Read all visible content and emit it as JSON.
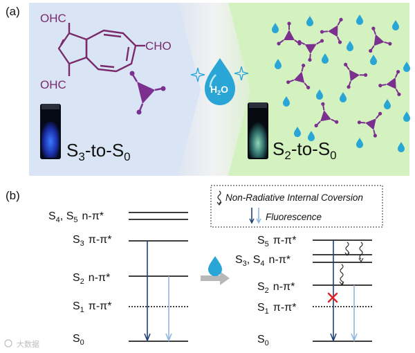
{
  "panel_a": {
    "tag": "(a)",
    "molecule": {
      "group_top": "OHC",
      "group_right": "CHO",
      "group_bottom": "OHC"
    },
    "water_label": "H",
    "water_sub": "2",
    "water_o": "O",
    "left_state": {
      "s1": "S",
      "s1_sub": "3",
      "mid": "-to-",
      "s2": "S",
      "s2_sub": "0"
    },
    "right_state": {
      "s1": "S",
      "s1_sub": "2",
      "mid": "-to-",
      "s2": "S",
      "s2_sub": "0"
    }
  },
  "panel_b": {
    "tag": "(b)",
    "left_levels": {
      "s45": {
        "a": "S",
        "a_sub": "4",
        "sep": ", ",
        "b": "S",
        "b_sub": "5",
        "type": "n-π*"
      },
      "s3": {
        "a": "S",
        "a_sub": "3",
        "type": "π-π*"
      },
      "s2": {
        "a": "S",
        "a_sub": "2",
        "type": "n-π*"
      },
      "s1": {
        "a": "S",
        "a_sub": "1",
        "type": "π-π*"
      },
      "s0": {
        "a": "S",
        "a_sub": "0"
      }
    },
    "right_levels": {
      "s5": {
        "a": "S",
        "a_sub": "5",
        "type": "π-π*"
      },
      "s34": {
        "a": "S",
        "a_sub": "3",
        "sep": ", ",
        "b": "S",
        "b_sub": "4",
        "type": "n-π*"
      },
      "s2": {
        "a": "S",
        "a_sub": "2",
        "type": "n-π*"
      },
      "s1": {
        "a": "S",
        "a_sub": "1",
        "type": "π-π*"
      },
      "s0": {
        "a": "S",
        "a_sub": "0"
      }
    },
    "legend": {
      "nonrad": "Non-Radiative Internal Coversion",
      "fluor": "Fluorescence"
    }
  },
  "watermark": "大数据",
  "colors": {
    "panel_left_bg": "#d9e4f5",
    "panel_right_bg": "#d3f2bf",
    "molecule": "#7a2a6b",
    "triangle": "#7b2f8e",
    "droplet": "#2aa6d6",
    "arrow_dark": "#1f3f78",
    "arrow_light": "#8fb6e0",
    "cross": "#e02020"
  }
}
